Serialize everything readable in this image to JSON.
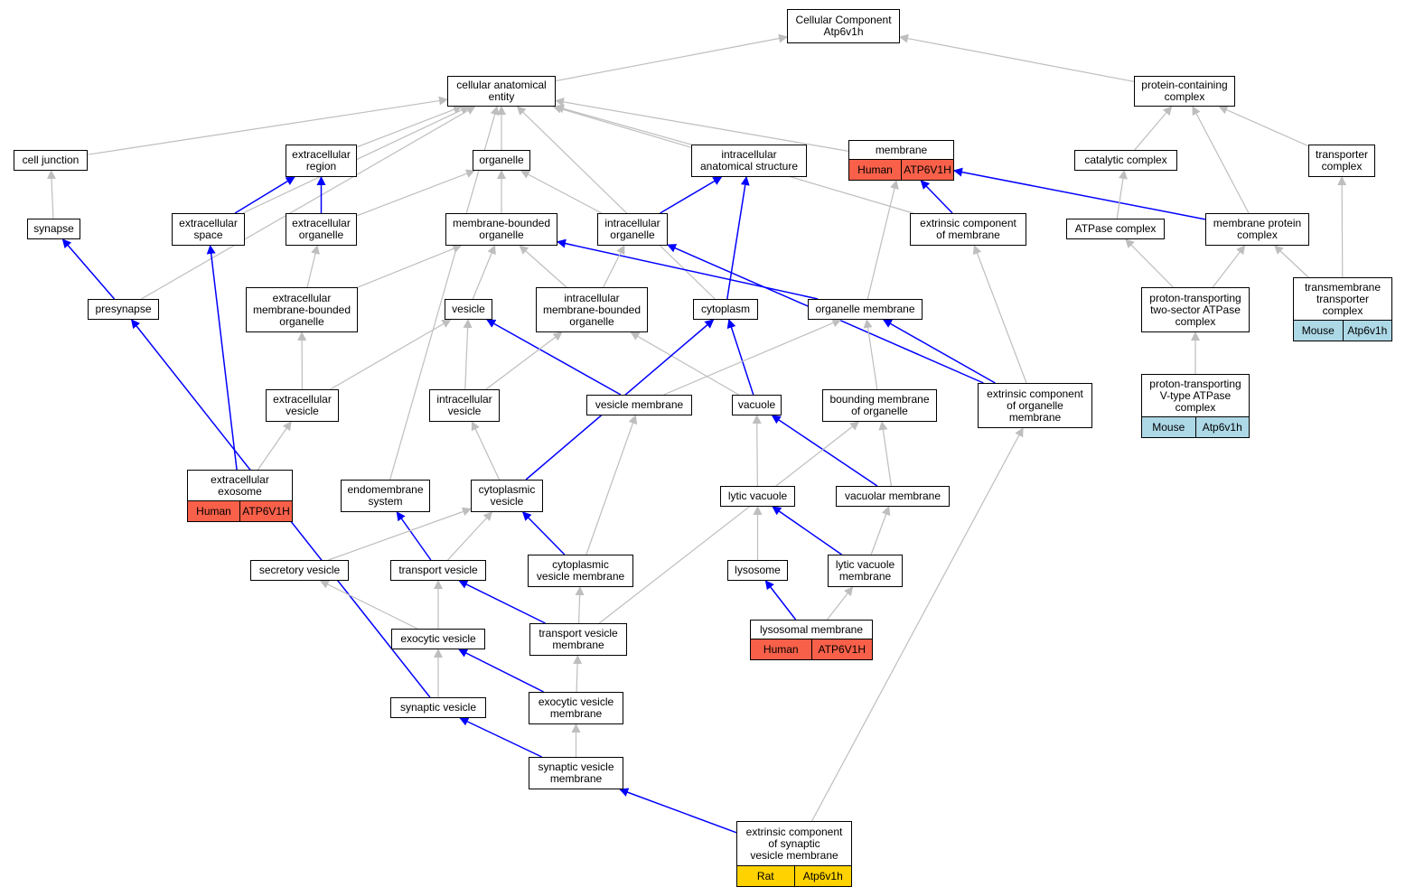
{
  "colors": {
    "is_a": "#bebebe",
    "part_of": "#0000ff",
    "human": "#f86049",
    "mouse": "#add8e6",
    "rat": "#ffd200"
  },
  "nodes": {
    "root": {
      "label": "Cellular Component\nAtp6v1h"
    },
    "cae": {
      "label": "cellular anatomical\nentity"
    },
    "pcc": {
      "label": "protein-containing\ncomplex"
    },
    "celljunction": {
      "label": "cell junction"
    },
    "ecregion": {
      "label": "extracellular\nregion"
    },
    "organelle": {
      "label": "organelle"
    },
    "ias": {
      "label": "intracellular\nanatomical structure"
    },
    "membrane": {
      "label": "membrane",
      "species": "Human",
      "gene": "ATP6V1H"
    },
    "catalytic": {
      "label": "catalytic complex"
    },
    "transporter": {
      "label": "transporter\ncomplex"
    },
    "synapse": {
      "label": "synapse"
    },
    "ecspace": {
      "label": "extracellular\nspace"
    },
    "ecorganelle": {
      "label": "extracellular\norganelle"
    },
    "mbo": {
      "label": "membrane-bounded\norganelle"
    },
    "icorganelle": {
      "label": "intracellular\norganelle"
    },
    "extcompmem": {
      "label": "extrinsic component\nof membrane"
    },
    "atpase": {
      "label": "ATPase complex"
    },
    "mpc": {
      "label": "membrane protein\ncomplex"
    },
    "presynapse": {
      "label": "presynapse"
    },
    "ecmbo": {
      "label": "extracellular\nmembrane-bounded\norganelle"
    },
    "vesicle": {
      "label": "vesicle"
    },
    "icmbo": {
      "label": "intracellular\nmembrane-bounded\norganelle"
    },
    "cytoplasm": {
      "label": "cytoplasm"
    },
    "orgmem": {
      "label": "organelle membrane"
    },
    "pt2s": {
      "label": "proton-transporting\ntwo-sector ATPase\ncomplex"
    },
    "tmtc": {
      "label": "transmembrane\ntransporter\ncomplex",
      "species": "Mouse",
      "gene": "Atp6v1h"
    },
    "ecvesicle": {
      "label": "extracellular\nvesicle"
    },
    "icvesicle": {
      "label": "intracellular\nvesicle"
    },
    "vesmem": {
      "label": "vesicle membrane"
    },
    "vacuole": {
      "label": "vacuole"
    },
    "boundmem": {
      "label": "bounding membrane\nof organelle"
    },
    "extcomporg": {
      "label": "extrinsic component\nof organelle\nmembrane"
    },
    "ptv": {
      "label": "proton-transporting\nV-type ATPase\ncomplex",
      "species": "Mouse",
      "gene": "Atp6v1h"
    },
    "exosome": {
      "label": "extracellular\nexosome",
      "species": "Human",
      "gene": "ATP6V1H"
    },
    "endomem": {
      "label": "endomembrane\nsystem"
    },
    "cytoves": {
      "label": "cytoplasmic\nvesicle"
    },
    "lyticvac": {
      "label": "lytic vacuole"
    },
    "vacmem": {
      "label": "vacuolar membrane"
    },
    "secves": {
      "label": "secretory vesicle"
    },
    "transves": {
      "label": "transport vesicle"
    },
    "cytovesmem": {
      "label": "cytoplasmic\nvesicle membrane"
    },
    "lysosome": {
      "label": "lysosome"
    },
    "lvm": {
      "label": "lytic vacuole\nmembrane"
    },
    "exoves": {
      "label": "exocytic vesicle"
    },
    "tvm": {
      "label": "transport vesicle\nmembrane"
    },
    "lysomem": {
      "label": "lysosomal membrane",
      "species": "Human",
      "gene": "ATP6V1H"
    },
    "synves": {
      "label": "synaptic vesicle"
    },
    "evm": {
      "label": "exocytic vesicle\nmembrane"
    },
    "svm": {
      "label": "synaptic vesicle\nmembrane"
    },
    "ecsvm": {
      "label": "extrinsic component\nof synaptic\nvesicle membrane",
      "species": "Rat",
      "gene": "Atp6v1h"
    }
  },
  "edges": [
    {
      "from": "cae",
      "to": "root",
      "rel": "is_a"
    },
    {
      "from": "pcc",
      "to": "root",
      "rel": "is_a"
    },
    {
      "from": "celljunction",
      "to": "cae",
      "rel": "is_a"
    },
    {
      "from": "ecregion",
      "to": "cae",
      "rel": "is_a"
    },
    {
      "from": "organelle",
      "to": "cae",
      "rel": "is_a"
    },
    {
      "from": "ias",
      "to": "cae",
      "rel": "is_a"
    },
    {
      "from": "membrane",
      "to": "cae",
      "rel": "is_a"
    },
    {
      "from": "ecspace",
      "to": "cae",
      "rel": "is_a"
    },
    {
      "from": "presynapse",
      "to": "cae",
      "rel": "is_a"
    },
    {
      "from": "endomem",
      "to": "cae",
      "rel": "is_a"
    },
    {
      "from": "cytoplasm",
      "to": "cae",
      "rel": "is_a"
    },
    {
      "from": "extcompmem",
      "to": "cae",
      "rel": "is_a"
    },
    {
      "from": "catalytic",
      "to": "pcc",
      "rel": "is_a"
    },
    {
      "from": "mpc",
      "to": "pcc",
      "rel": "is_a"
    },
    {
      "from": "transporter",
      "to": "pcc",
      "rel": "is_a"
    },
    {
      "from": "synapse",
      "to": "celljunction",
      "rel": "is_a"
    },
    {
      "from": "ecspace",
      "to": "ecregion",
      "rel": "part_of"
    },
    {
      "from": "ecorganelle",
      "to": "ecregion",
      "rel": "part_of"
    },
    {
      "from": "mbo",
      "to": "organelle",
      "rel": "is_a"
    },
    {
      "from": "icorganelle",
      "to": "organelle",
      "rel": "is_a"
    },
    {
      "from": "ecorganelle",
      "to": "organelle",
      "rel": "is_a"
    },
    {
      "from": "icorganelle",
      "to": "ias",
      "rel": "part_of"
    },
    {
      "from": "cytoplasm",
      "to": "ias",
      "rel": "part_of"
    },
    {
      "from": "extcompmem",
      "to": "membrane",
      "rel": "part_of"
    },
    {
      "from": "mpc",
      "to": "membrane",
      "rel": "part_of"
    },
    {
      "from": "orgmem",
      "to": "membrane",
      "rel": "is_a"
    },
    {
      "from": "atpase",
      "to": "catalytic",
      "rel": "is_a"
    },
    {
      "from": "tmtc",
      "to": "transporter",
      "rel": "is_a"
    },
    {
      "from": "presynapse",
      "to": "synapse",
      "rel": "part_of"
    },
    {
      "from": "exosome",
      "to": "ecspace",
      "rel": "part_of"
    },
    {
      "from": "ecmbo",
      "to": "ecorganelle",
      "rel": "is_a"
    },
    {
      "from": "ecmbo",
      "to": "mbo",
      "rel": "is_a"
    },
    {
      "from": "vesicle",
      "to": "mbo",
      "rel": "is_a"
    },
    {
      "from": "icmbo",
      "to": "mbo",
      "rel": "is_a"
    },
    {
      "from": "orgmem",
      "to": "mbo",
      "rel": "part_of"
    },
    {
      "from": "icmbo",
      "to": "icorganelle",
      "rel": "is_a"
    },
    {
      "from": "extcomporg",
      "to": "icorganelle",
      "rel": "part_of"
    },
    {
      "from": "extcomporg",
      "to": "extcompmem",
      "rel": "is_a"
    },
    {
      "from": "pt2s",
      "to": "atpase",
      "rel": "is_a"
    },
    {
      "from": "pt2s",
      "to": "mpc",
      "rel": "is_a"
    },
    {
      "from": "tmtc",
      "to": "mpc",
      "rel": "is_a"
    },
    {
      "from": "synves",
      "to": "presynapse",
      "rel": "part_of"
    },
    {
      "from": "ecvesicle",
      "to": "ecmbo",
      "rel": "is_a"
    },
    {
      "from": "ecvesicle",
      "to": "vesicle",
      "rel": "is_a"
    },
    {
      "from": "icvesicle",
      "to": "vesicle",
      "rel": "is_a"
    },
    {
      "from": "vesmem",
      "to": "vesicle",
      "rel": "part_of"
    },
    {
      "from": "icvesicle",
      "to": "icmbo",
      "rel": "is_a"
    },
    {
      "from": "vacuole",
      "to": "icmbo",
      "rel": "is_a"
    },
    {
      "from": "vacuole",
      "to": "cytoplasm",
      "rel": "part_of"
    },
    {
      "from": "cytoves",
      "to": "cytoplasm",
      "rel": "part_of"
    },
    {
      "from": "vesmem",
      "to": "orgmem",
      "rel": "is_a"
    },
    {
      "from": "boundmem",
      "to": "orgmem",
      "rel": "is_a"
    },
    {
      "from": "extcomporg",
      "to": "orgmem",
      "rel": "part_of"
    },
    {
      "from": "ptv",
      "to": "pt2s",
      "rel": "is_a"
    },
    {
      "from": "exosome",
      "to": "ecvesicle",
      "rel": "is_a"
    },
    {
      "from": "cytoves",
      "to": "icvesicle",
      "rel": "is_a"
    },
    {
      "from": "cytovesmem",
      "to": "vesmem",
      "rel": "is_a"
    },
    {
      "from": "lyticvac",
      "to": "vacuole",
      "rel": "is_a"
    },
    {
      "from": "vacmem",
      "to": "vacuole",
      "rel": "part_of"
    },
    {
      "from": "vacmem",
      "to": "boundmem",
      "rel": "is_a"
    },
    {
      "from": "tvm",
      "to": "boundmem",
      "rel": "is_a"
    },
    {
      "from": "ecsvm",
      "to": "extcomporg",
      "rel": "is_a"
    },
    {
      "from": "transves",
      "to": "endomem",
      "rel": "part_of"
    },
    {
      "from": "secves",
      "to": "cytoves",
      "rel": "is_a"
    },
    {
      "from": "transves",
      "to": "cytoves",
      "rel": "is_a"
    },
    {
      "from": "cytovesmem",
      "to": "cytoves",
      "rel": "part_of"
    },
    {
      "from": "lysosome",
      "to": "lyticvac",
      "rel": "is_a"
    },
    {
      "from": "lvm",
      "to": "lyticvac",
      "rel": "part_of"
    },
    {
      "from": "lvm",
      "to": "vacmem",
      "rel": "is_a"
    },
    {
      "from": "exoves",
      "to": "secves",
      "rel": "is_a"
    },
    {
      "from": "exoves",
      "to": "transves",
      "rel": "is_a"
    },
    {
      "from": "tvm",
      "to": "transves",
      "rel": "part_of"
    },
    {
      "from": "tvm",
      "to": "cytovesmem",
      "rel": "is_a"
    },
    {
      "from": "lysomem",
      "to": "lysosome",
      "rel": "part_of"
    },
    {
      "from": "lysomem",
      "to": "lvm",
      "rel": "is_a"
    },
    {
      "from": "synves",
      "to": "exoves",
      "rel": "is_a"
    },
    {
      "from": "evm",
      "to": "exoves",
      "rel": "part_of"
    },
    {
      "from": "evm",
      "to": "tvm",
      "rel": "is_a"
    },
    {
      "from": "svm",
      "to": "synves",
      "rel": "part_of"
    },
    {
      "from": "svm",
      "to": "evm",
      "rel": "is_a"
    },
    {
      "from": "ecsvm",
      "to": "svm",
      "rel": "part_of"
    }
  ]
}
